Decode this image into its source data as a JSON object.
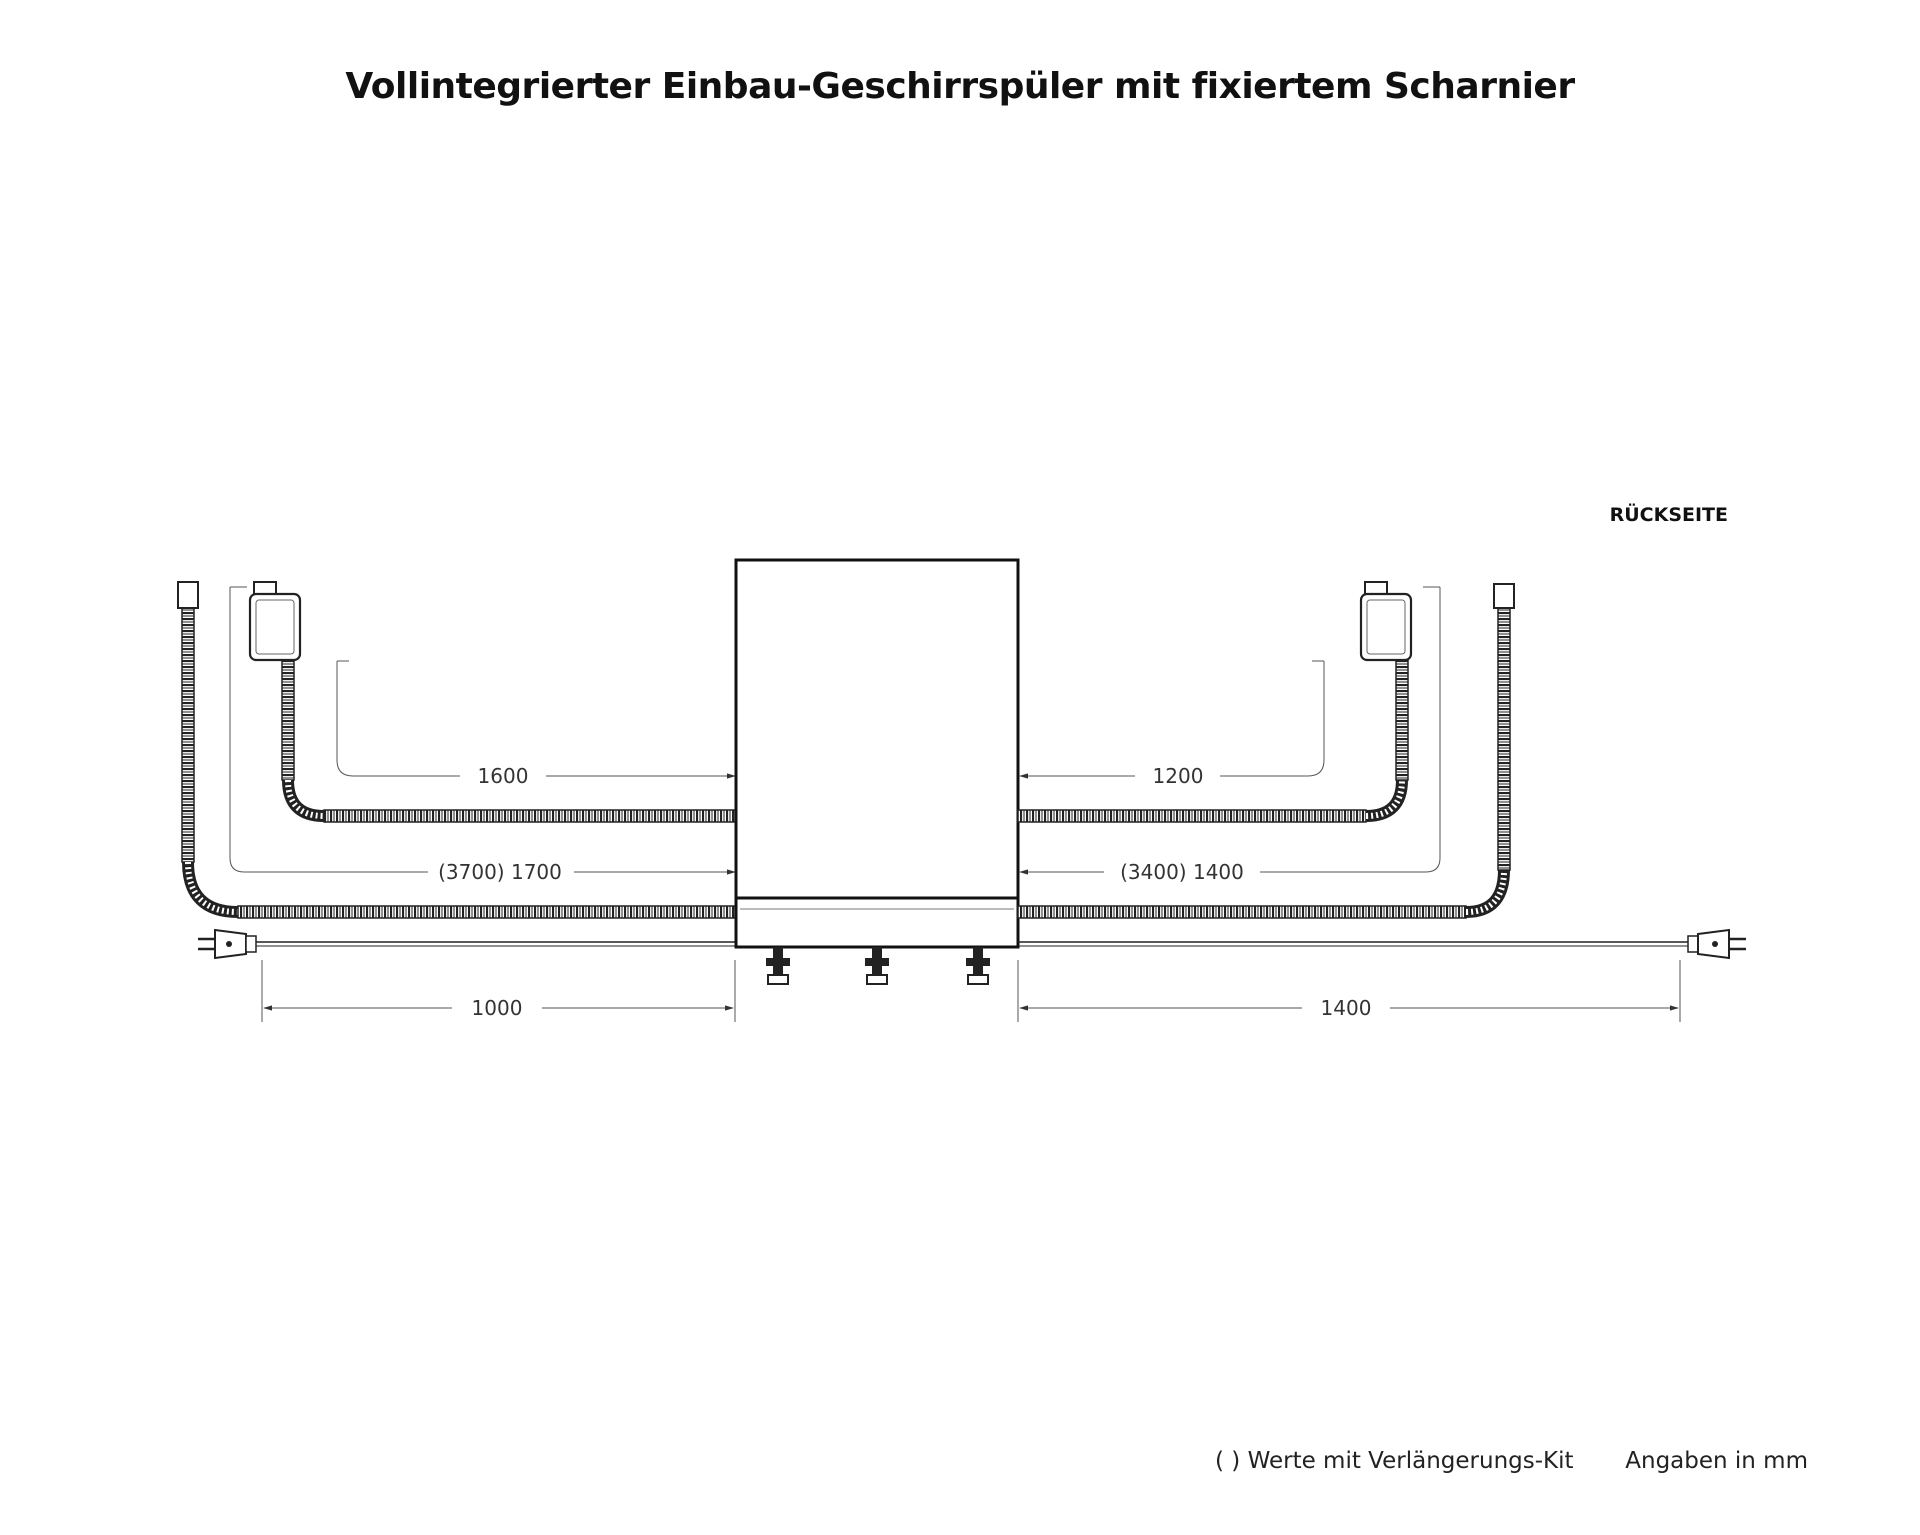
{
  "title": "Vollintegrierter Einbau-Geschirrspüler mit fixiertem Scharnier",
  "side_label": "RÜCKSEITE",
  "dimensions": {
    "left_upper": "1600",
    "left_lower": "(3700) 1700",
    "left_bottom": "1000",
    "right_upper": "1200",
    "right_lower": "(3400) 1400",
    "right_bottom": "1400"
  },
  "footer": {
    "extension_note": "( ) Werte mit Verlängerungs-Kit",
    "units_note": "Angaben in mm"
  }
}
